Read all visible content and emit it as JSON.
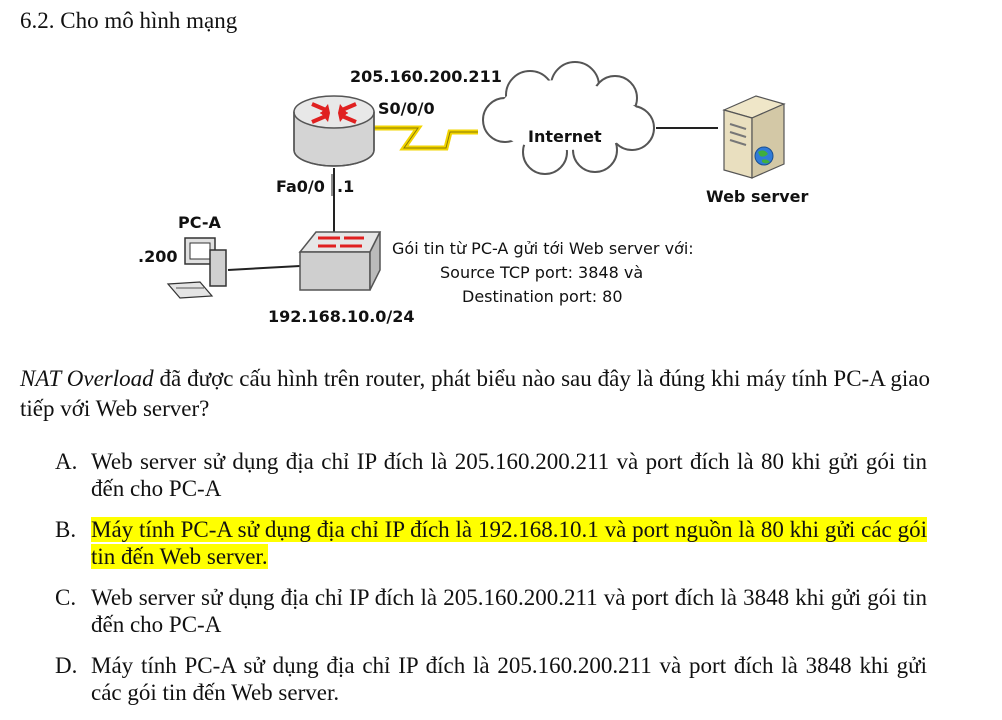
{
  "heading": "6.2. Cho mô hình mạng",
  "diagram": {
    "router_ip": "205.160.200.211",
    "serial_if": "S0/0/0",
    "cloud_label": "Internet",
    "server_label": "Web server",
    "fa_if": "Fa0/0",
    "fa_host": ".1",
    "pc_label": "PC-A",
    "pc_host": ".200",
    "lan_net": "192.168.10.0/24",
    "note_lines": [
      "Gói tin từ PC-A gửi tới Web server với:",
      "Source TCP port: 3848 và",
      "Destination port: 80"
    ]
  },
  "question": {
    "italic_part": "NAT Overload",
    "rest": " đã được cấu hình trên router, phát biểu nào sau đây là đúng khi máy tính PC-A giao tiếp với Web server?"
  },
  "options": [
    {
      "letter": "A.",
      "text": "Web server sử dụng địa chỉ IP đích là 205.160.200.211 và port đích là 80 khi gửi gói tin đến cho PC-A",
      "highlighted": false
    },
    {
      "letter": "B.",
      "text": "Máy tính PC-A sử dụng địa chỉ IP đích là 192.168.10.1 và port nguồn là 80 khi gửi các gói tin đến Web server.",
      "highlighted": true
    },
    {
      "letter": "C.",
      "text": "Web server sử dụng địa chỉ IP đích là 205.160.200.211 và port đích là 3848 khi gửi gói tin đến cho PC-A",
      "highlighted": false
    },
    {
      "letter": "D.",
      "text": "Máy tính PC-A sử dụng địa chỉ IP đích là 205.160.200.211 và port đích là 3848 khi gửi các gói tin đến Web server.",
      "highlighted": false
    }
  ],
  "colors": {
    "highlight": "#ffff00",
    "serial_link": "#f2d400",
    "router_arrows": "#e02020"
  }
}
